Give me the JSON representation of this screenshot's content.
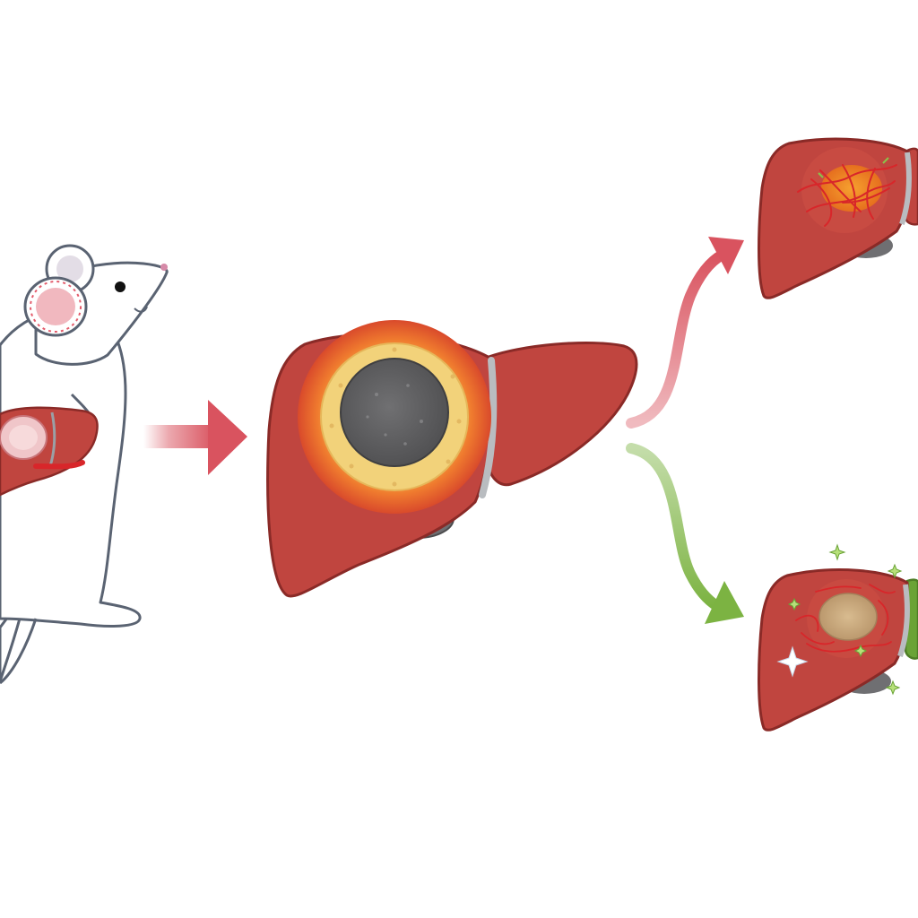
{
  "diagram": {
    "panels": [
      {
        "id": "mouse-model",
        "description_icon": "mouse-with-liver-tumor-icon"
      },
      {
        "id": "treated-liver",
        "description_icon": "liver-ablation-zone-icon"
      },
      {
        "id": "outcome-progression",
        "description_icon": "liver-angiogenesis-icon"
      },
      {
        "id": "outcome-regression",
        "description_icon": "liver-healing-icon"
      }
    ],
    "arrows": [
      {
        "id": "mouse-to-liver",
        "color": "#d9535f"
      },
      {
        "id": "to-progression",
        "color": "#d9535f"
      },
      {
        "id": "to-regression",
        "color": "#7cb342"
      }
    ],
    "colors": {
      "liver": "#c0453f",
      "liver_dark": "#8f2a28",
      "liver_outline": "#8a2a27",
      "ablation_core": "#5e5e60",
      "sponge_ring": "#f2d27a",
      "orange_ring": "#ef7a2e",
      "tumor_beige": "#c9a97e",
      "vessel": "#d8262a",
      "sparkle": "#b7e07a",
      "green_lobe": "#6aa336"
    }
  }
}
